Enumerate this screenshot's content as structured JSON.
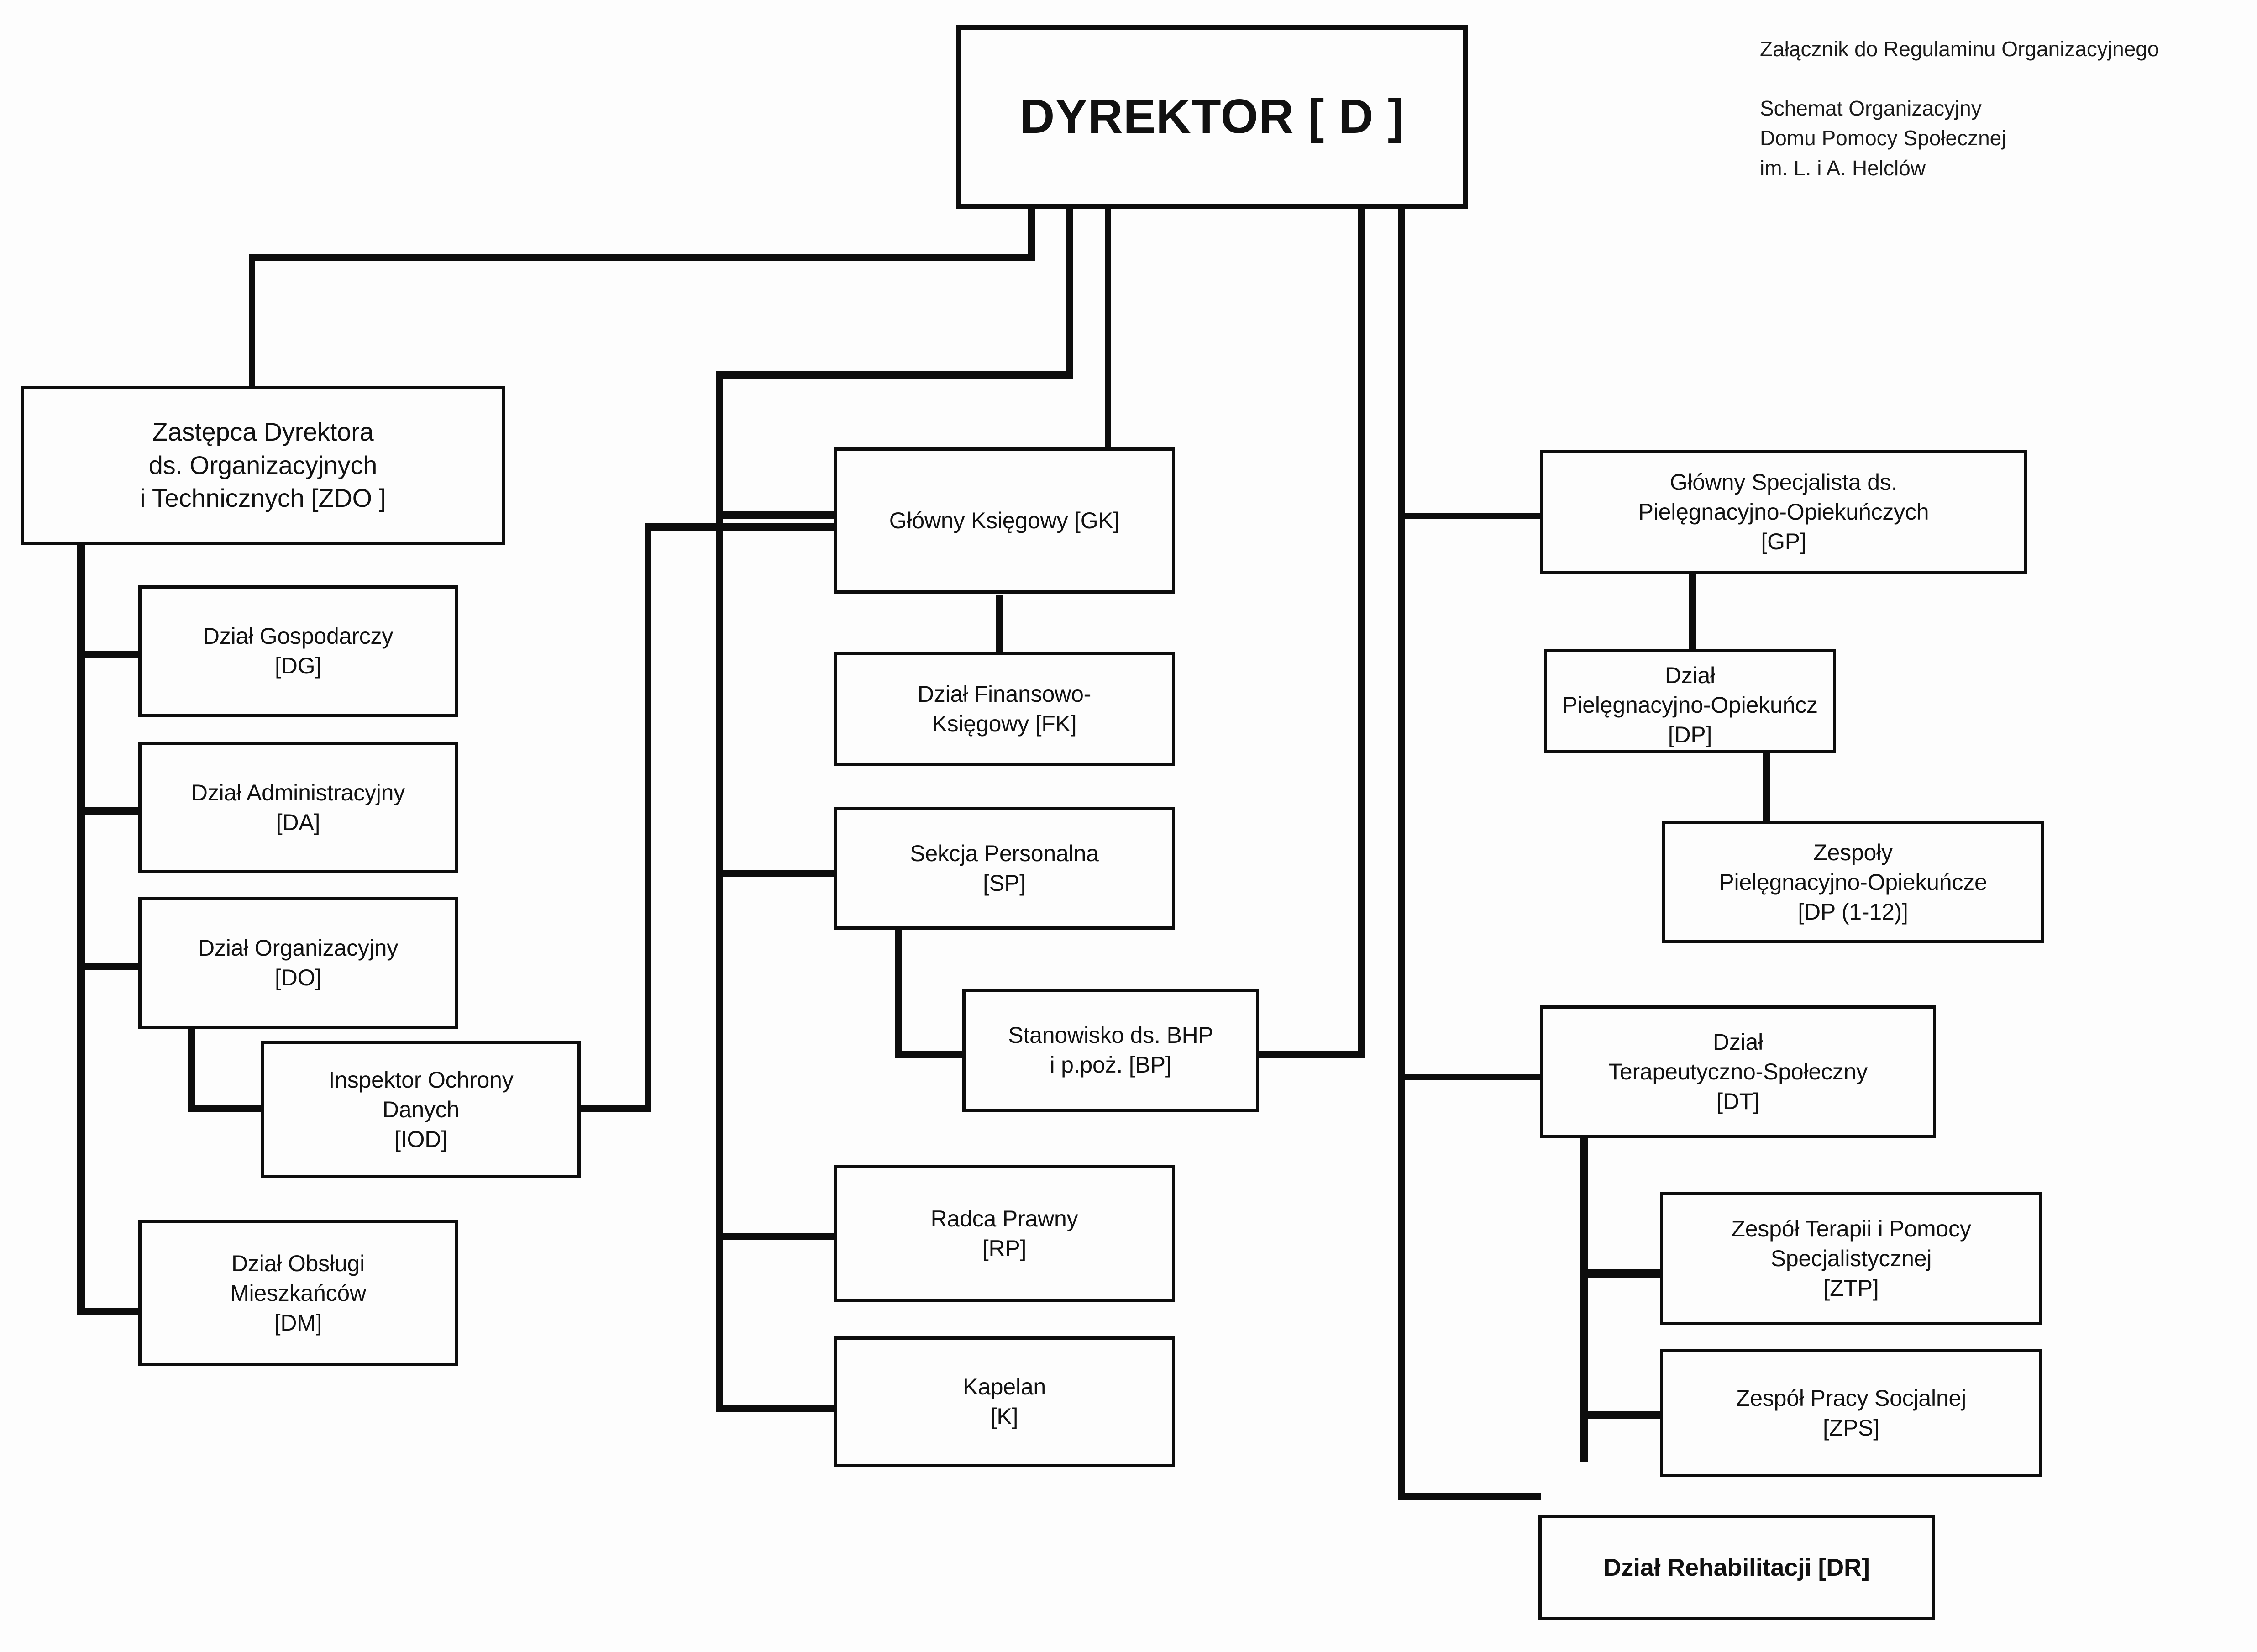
{
  "document": {
    "header": {
      "line1": "Załącznik do Regulaminu Organizacyjnego",
      "line2": "Schemat Organizacyjny",
      "line3": "Domu Pomocy Społecznej",
      "line4": "im. L. i A. Helclów"
    },
    "colors": {
      "line": "#0d0d0d",
      "text": "#111111",
      "background": "#fdfdfd"
    }
  },
  "chart_data": {
    "type": "diagram",
    "subtype": "organizational-chart",
    "title": "Schemat Organizacyjny Domu Pomocy Społecznej im. L. i A. Helclów",
    "root": "D",
    "nodes": [
      {
        "id": "D",
        "label": "DYREKTOR [ D ]",
        "code": "D",
        "parent": null,
        "column": "center",
        "bold": true
      },
      {
        "id": "ZDO",
        "label": "Zastępca Dyrektora\nds.  Organizacyjnych\ni Technicznych [ZDO ]",
        "code": "ZDO",
        "parent": "D",
        "column": "left",
        "bold": false
      },
      {
        "id": "DG",
        "label": "Dział Gospodarczy\n[DG]",
        "code": "DG",
        "parent": "ZDO",
        "column": "left",
        "bold": false
      },
      {
        "id": "DA",
        "label": "Dział Administracyjny\n[DA]",
        "code": "DA",
        "parent": "ZDO",
        "column": "left",
        "bold": false
      },
      {
        "id": "DO",
        "label": "Dział Organizacyjny\n[DO]",
        "code": "DO",
        "parent": "ZDO",
        "column": "left",
        "bold": false
      },
      {
        "id": "IOD",
        "label": "Inspektor Ochrony\nDanych\n[IOD]",
        "code": "IOD",
        "parent": "DO",
        "column": "left",
        "bold": false
      },
      {
        "id": "DM",
        "label": "Dział Obsługi\nMieszkańców\n[DM]",
        "code": "DM",
        "parent": "ZDO",
        "column": "left",
        "bold": false
      },
      {
        "id": "GK",
        "label": "Główny Księgowy [GK]",
        "code": "GK",
        "parent": "D",
        "column": "middle",
        "bold": false
      },
      {
        "id": "FK",
        "label": "Dział Finansowo-\nKsięgowy  [FK]",
        "code": "FK",
        "parent": "GK",
        "column": "middle",
        "bold": false
      },
      {
        "id": "SP",
        "label": "Sekcja Personalna\n[SP]",
        "code": "SP",
        "parent": "D",
        "column": "middle",
        "bold": false
      },
      {
        "id": "BP",
        "label": "Stanowisko ds. BHP\ni  p.poż.  [BP]",
        "code": "BP",
        "parent": "SP",
        "column": "middle",
        "bold": false
      },
      {
        "id": "RP",
        "label": "Radca Prawny\n[RP]",
        "code": "RP",
        "parent": "D",
        "column": "middle",
        "bold": false
      },
      {
        "id": "K",
        "label": "Kapelan\n[K]",
        "code": "K",
        "parent": "D",
        "column": "middle",
        "bold": false
      },
      {
        "id": "GP",
        "label": "Główny Specjalista ds.\nPielęgnacyjno-Opiekuńczych\n[GP]",
        "code": "GP",
        "parent": "D",
        "column": "right",
        "bold": false
      },
      {
        "id": "DP",
        "label": "Dział\nPielęgnacyjno-Opiekuńcz\n[DP]",
        "code": "DP",
        "parent": "GP",
        "column": "right",
        "bold": false,
        "text_overflows_box": true
      },
      {
        "id": "DPZ",
        "label": "Zespoły\nPielęgnacyjno-Opiekuńcze\n[DP (1-12)]",
        "code": "DP (1-12)",
        "parent": "DP",
        "column": "right",
        "bold": false
      },
      {
        "id": "DT",
        "label": "Dział\nTerapeutyczno-Społeczny\n[DT]",
        "code": "DT",
        "parent": "D",
        "column": "right",
        "bold": false
      },
      {
        "id": "ZTP",
        "label": "Zespół Terapii i Pomocy\nSpecjalistycznej\n[ZTP]",
        "code": "ZTP",
        "parent": "DT",
        "column": "right",
        "bold": false
      },
      {
        "id": "ZPS",
        "label": "Zespół Pracy Socjalnej\n[ZPS]",
        "code": "ZPS",
        "parent": "DT",
        "column": "right",
        "bold": false
      },
      {
        "id": "DR",
        "label": "Dział Rehabilitacji [DR]",
        "code": "DR",
        "parent": "D",
        "column": "right",
        "bold": true
      }
    ],
    "edges": [
      {
        "from": "D",
        "to": "ZDO"
      },
      {
        "from": "D",
        "to": "GK"
      },
      {
        "from": "D",
        "to": "SP"
      },
      {
        "from": "D",
        "to": "RP"
      },
      {
        "from": "D",
        "to": "K"
      },
      {
        "from": "D",
        "to": "GP"
      },
      {
        "from": "D",
        "to": "DT"
      },
      {
        "from": "D",
        "to": "DR"
      },
      {
        "from": "D",
        "to": "IOD"
      },
      {
        "from": "D",
        "to": "BP"
      },
      {
        "from": "ZDO",
        "to": "DG"
      },
      {
        "from": "ZDO",
        "to": "DA"
      },
      {
        "from": "ZDO",
        "to": "DO"
      },
      {
        "from": "ZDO",
        "to": "DM"
      },
      {
        "from": "DO",
        "to": "IOD"
      },
      {
        "from": "GK",
        "to": "FK"
      },
      {
        "from": "SP",
        "to": "BP"
      },
      {
        "from": "GP",
        "to": "DP"
      },
      {
        "from": "DP",
        "to": "DPZ"
      },
      {
        "from": "DT",
        "to": "ZTP"
      },
      {
        "from": "DT",
        "to": "ZPS"
      }
    ]
  }
}
